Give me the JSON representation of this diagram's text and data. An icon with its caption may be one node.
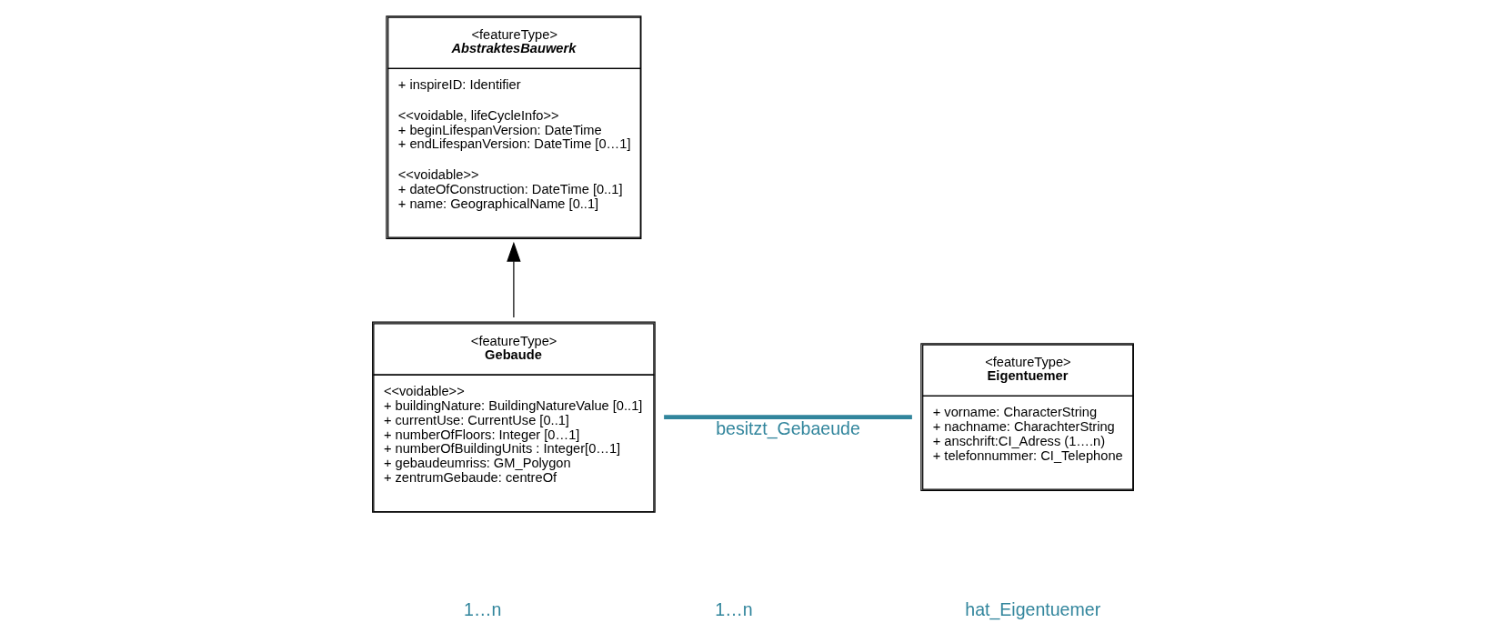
{
  "diagram": {
    "nodes": [
      {
        "text": [
          "<featureType>",
          "AbstraktesBauwerk",
          "+ inspireID: Identifier",
          "<<voidable, lifeCycleInfo>>",
          "+ beginLifespanVersion: DateTime",
          "+ endLifespanVersion: DateTime [0…1]",
          "<<voidable>>",
          "+ dateOfConstruction: DateTime [0..1]",
          "+ name: GeographicalName [0..1]"
        ]
      },
      {
        "text": [
          "<featureType>",
          "Gebaude",
          "<<voidable>>",
          "+ buildingNature: BuildingNatureValue [0..1]",
          "+ currentUse: CurrentUse [0..1]",
          "+ numberOfFloors: Integer [0…1]",
          "+ numberOfBuildingUnits : Integer[0…1]",
          "+ gebaudeumriss: GM_Polygon",
          "+ zentrumGebaude: centreOf"
        ]
      },
      {
        "text": [
          "<featureType>",
          "Eigentuemer",
          "+ vorname: CharacterString",
          "+ nachname: CharachterString",
          "+ anschrift:CI_Adress (1….n)",
          "+ telefonnummer: CI_Telephone"
        ]
      }
    ],
    "edges": [
      {
        "from": 1,
        "to": 0,
        "arrow": "to"
      },
      {
        "from": 1,
        "to": 2,
        "arrow": "none",
        "label": "besitzt_Gebaeude",
        "style": "thick",
        "color": "#31859c"
      }
    ],
    "labels": [
      "1…n",
      "1…n",
      "hat_Eigentuemer"
    ]
  }
}
